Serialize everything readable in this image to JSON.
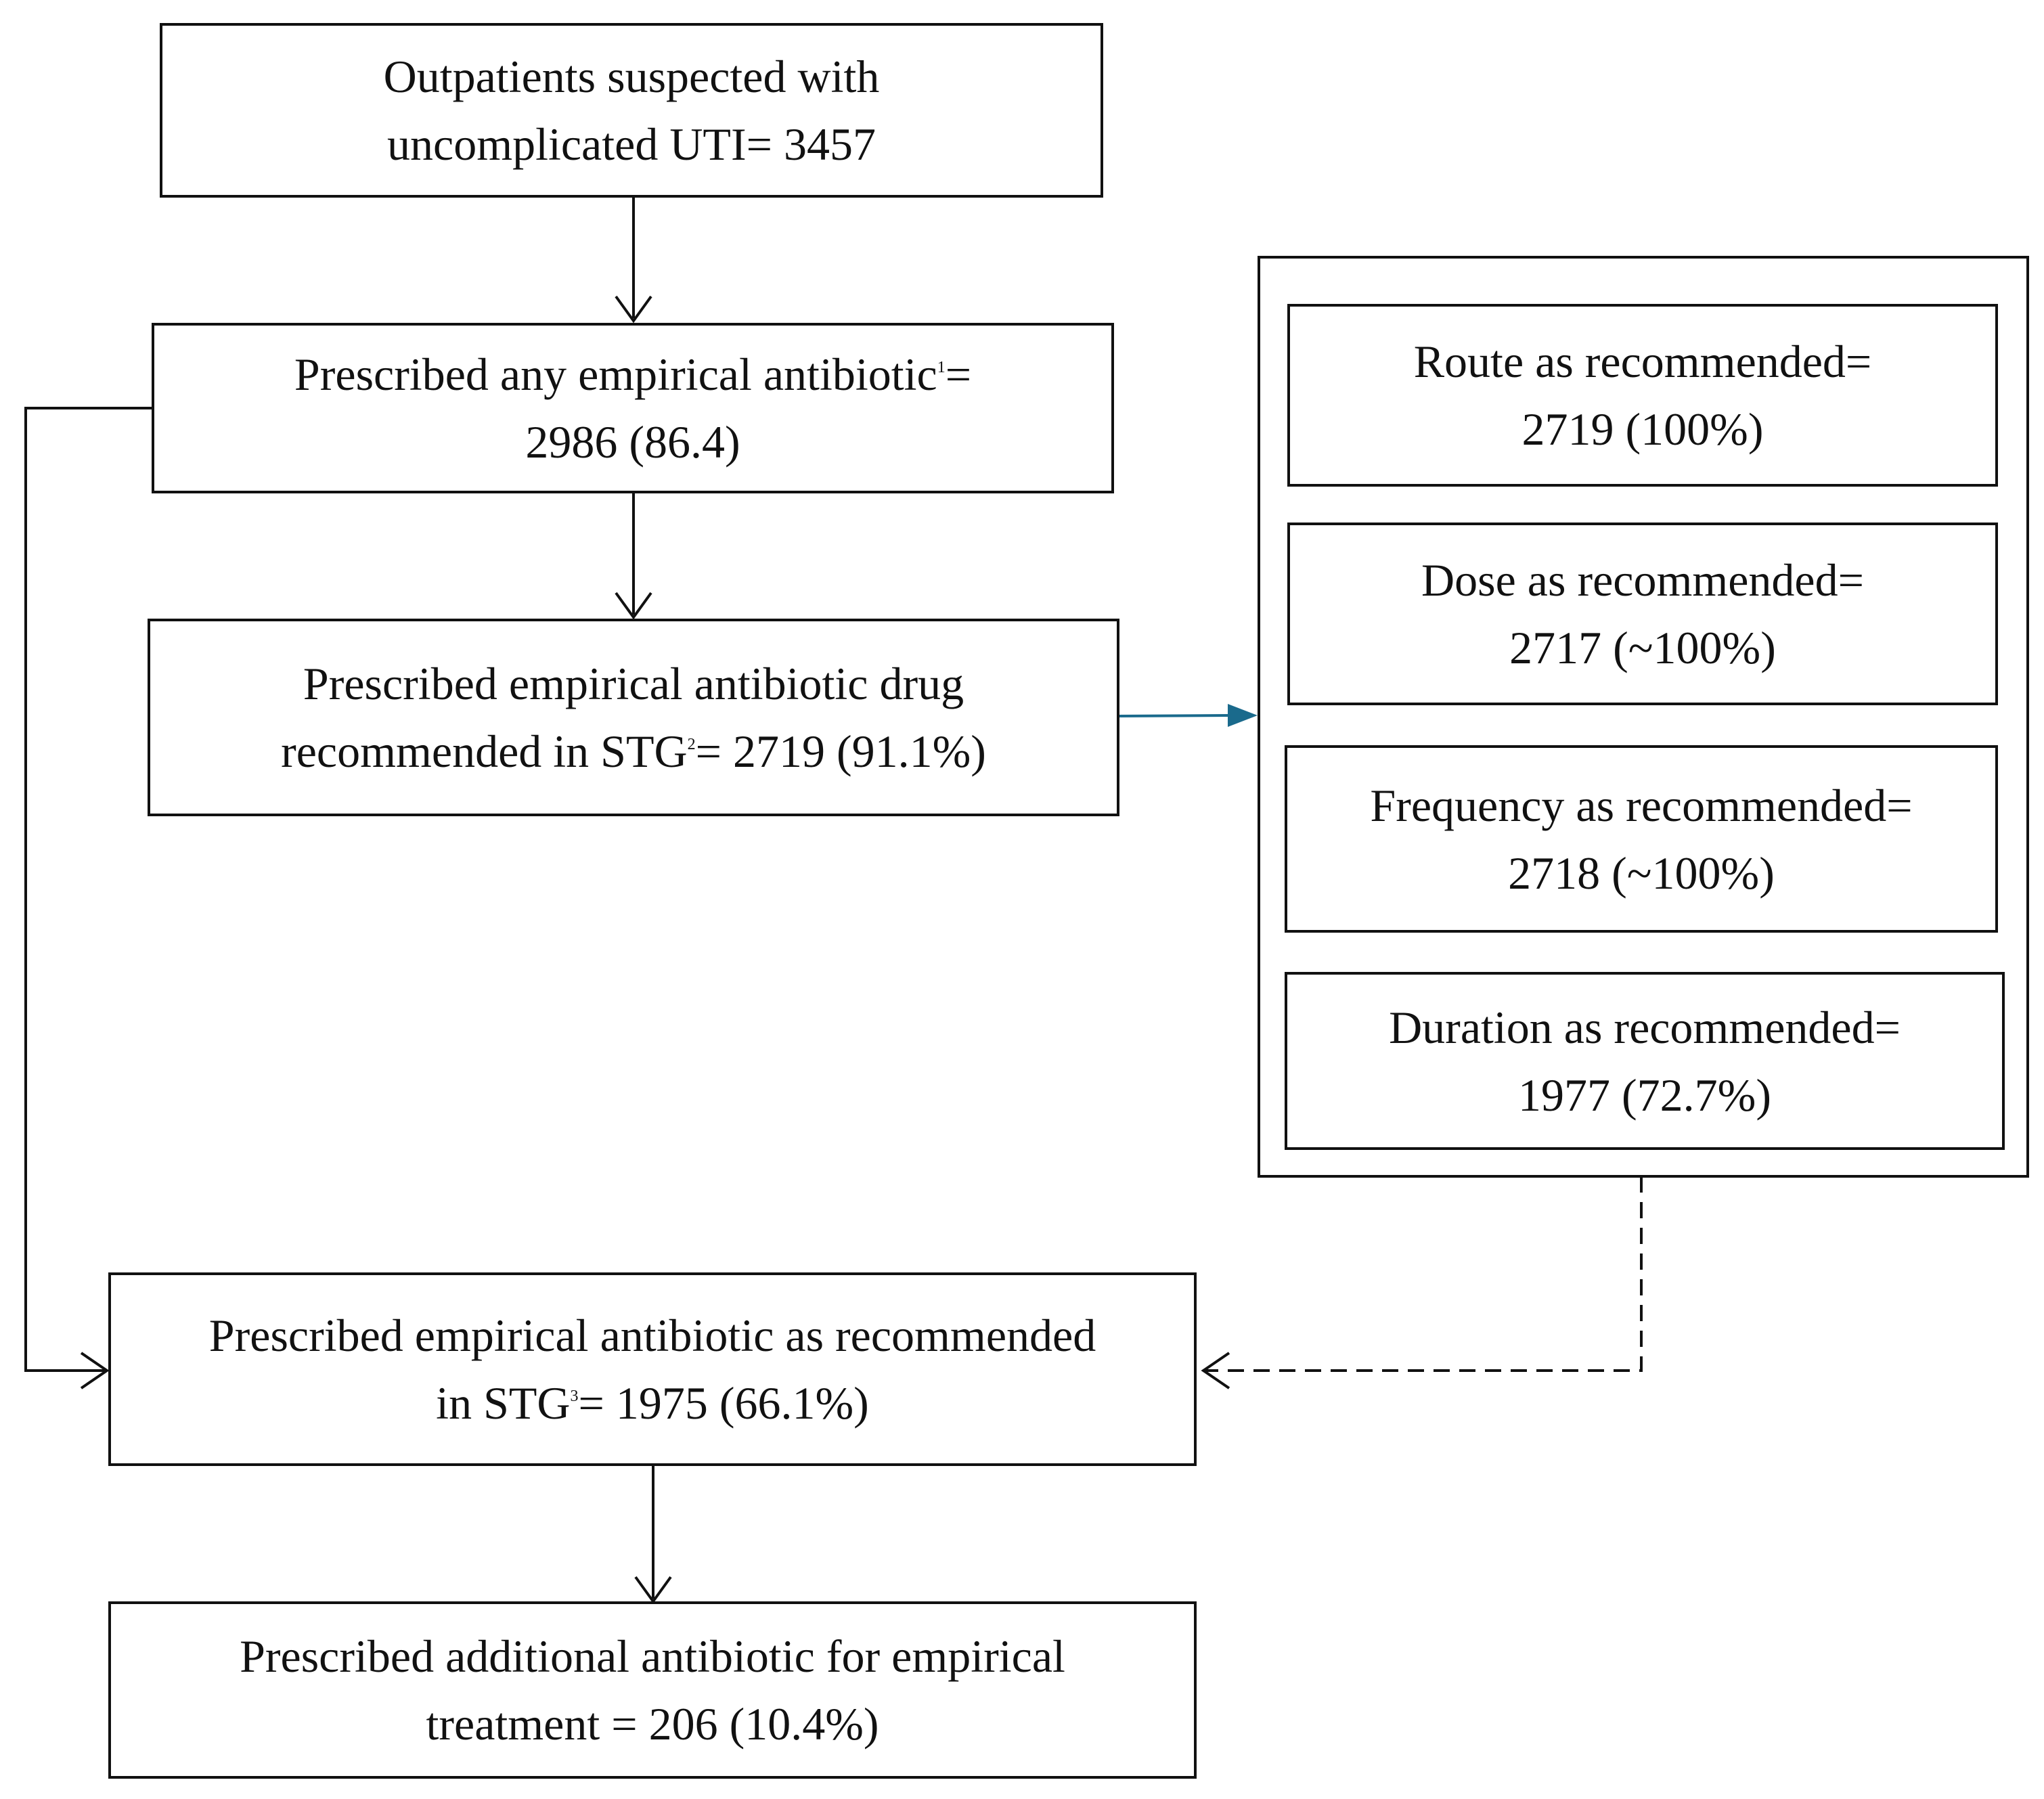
{
  "boxes": {
    "outpatients": {
      "line1": "Outpatients suspected with",
      "line2": "uncomplicated UTI= 3457"
    },
    "any_antibiotic": {
      "line1_text": "Prescribed any empirical antibiotic",
      "line1_sup": "1",
      "line1_tail": "=",
      "line2": "2986 (86.4)"
    },
    "stg_drug": {
      "line1": "Prescribed empirical antibiotic drug",
      "line2_text": "recommended in STG",
      "line2_sup": "2",
      "line2_tail": "= 2719 (91.1%)"
    },
    "route": {
      "line1": "Route as recommended=",
      "line2": "2719 (100%)"
    },
    "dose": {
      "line1": "Dose as recommended=",
      "line2": "2717 (~100%)"
    },
    "frequency": {
      "line1": "Frequency as recommended=",
      "line2": "2718 (~100%)"
    },
    "duration": {
      "line1": "Duration as recommended=",
      "line2": "1977 (72.7%)"
    },
    "as_recommended": {
      "line1": "Prescribed empirical antibiotic as recommended",
      "line2_text": "in STG",
      "line2_sup": "3",
      "line2_tail": "= 1975 (66.1%)"
    },
    "additional": {
      "line1": "Prescribed additional antibiotic for empirical",
      "line2": "treatment = 206 (10.4%)"
    }
  },
  "colors": {
    "line": "#111111",
    "accent_arrow": "#1a6a8c"
  }
}
